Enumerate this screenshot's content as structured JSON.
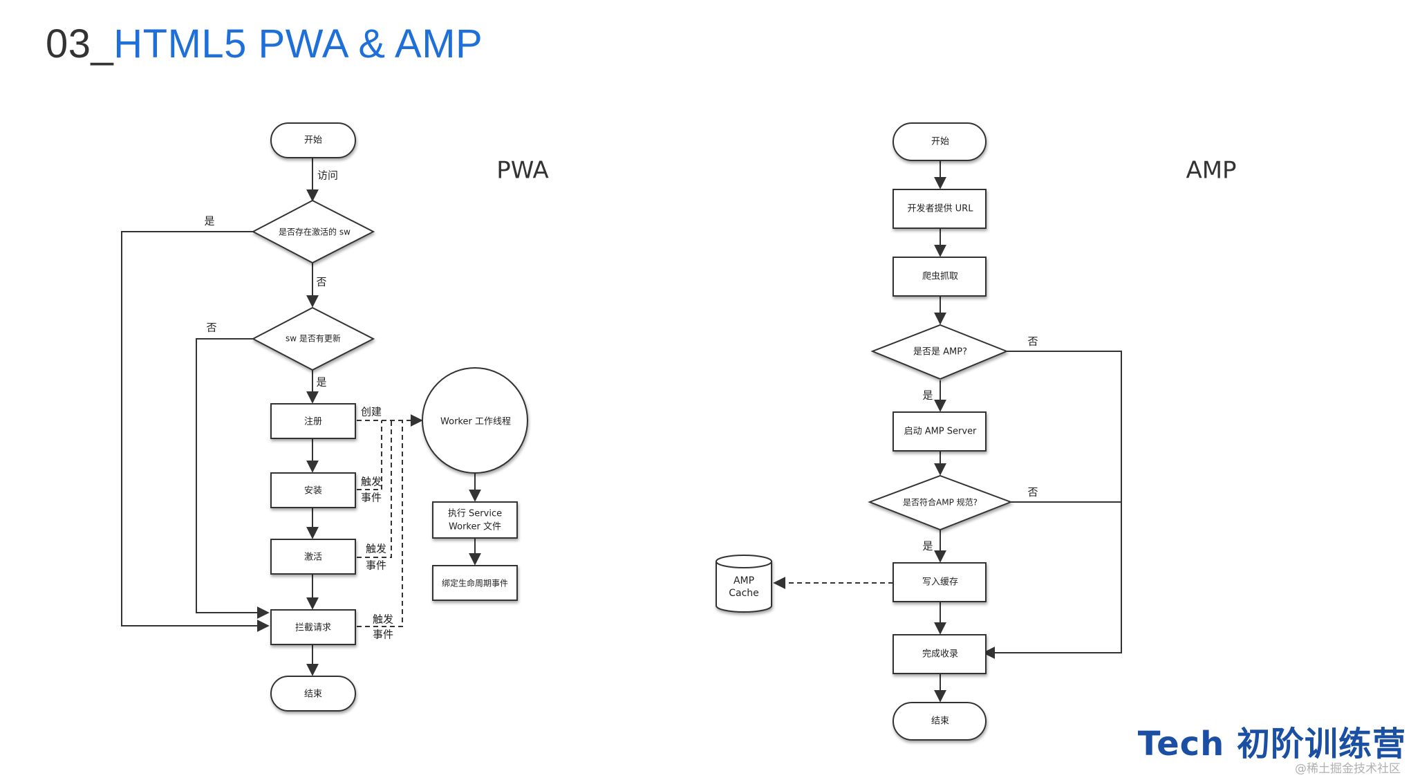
{
  "title": {
    "number": "03_",
    "text": "HTML5 PWA & AMP"
  },
  "pwa": {
    "label": "PWA",
    "start": "开始",
    "visit": "访问",
    "check_active": "是否存在激活的 sw",
    "check_update": "sw 是否有更新",
    "register": "注册",
    "install": "安装",
    "activate": "激活",
    "intercept": "拦截请求",
    "end": "结束",
    "worker": "Worker 工作线程",
    "exec_line1": "执行 Service",
    "exec_line2": "Worker 文件",
    "bind": "绑定生命周期事件",
    "yes": "是",
    "no": "否",
    "create": "创建",
    "trigger": "触发",
    "event": "事件"
  },
  "amp": {
    "label": "AMP",
    "start": "开始",
    "provide_url": "开发者提供 URL",
    "crawl": "爬虫抓取",
    "is_amp": "是否是 AMP?",
    "start_server": "启动 AMP Server",
    "conform": "是否符合AMP 规范?",
    "write_cache": "写入缓存",
    "cache_line1": "AMP",
    "cache_line2": "Cache",
    "complete": "完成收录",
    "end": "结束",
    "yes": "是",
    "no": "否"
  },
  "brand": "Tech 初阶训练营",
  "watermark": "@稀土掘金技术社区"
}
